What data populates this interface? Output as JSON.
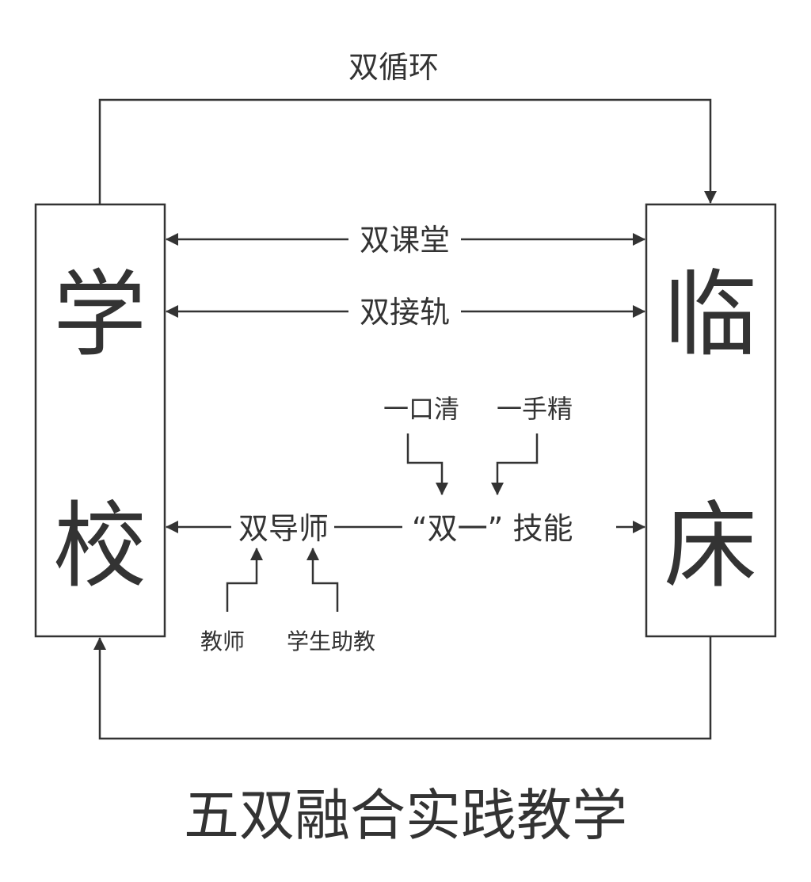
{
  "colors": {
    "line": "#333333",
    "background": "#ffffff"
  },
  "school": {
    "char1": "学",
    "char2": "校"
  },
  "clinic": {
    "char1": "临",
    "char2": "床"
  },
  "labels": {
    "double_cycle": "双循环",
    "double_classroom": "双课堂",
    "double_connection": "双接轨",
    "double_mentor": "双导师",
    "double_one_skill": "“双一” 技能",
    "clear_speech": "一口清",
    "skilled_hand": "一手精",
    "teacher": "教师",
    "student_assistant": "学生助教"
  },
  "footer": {
    "title": "五双融合实践教学"
  }
}
